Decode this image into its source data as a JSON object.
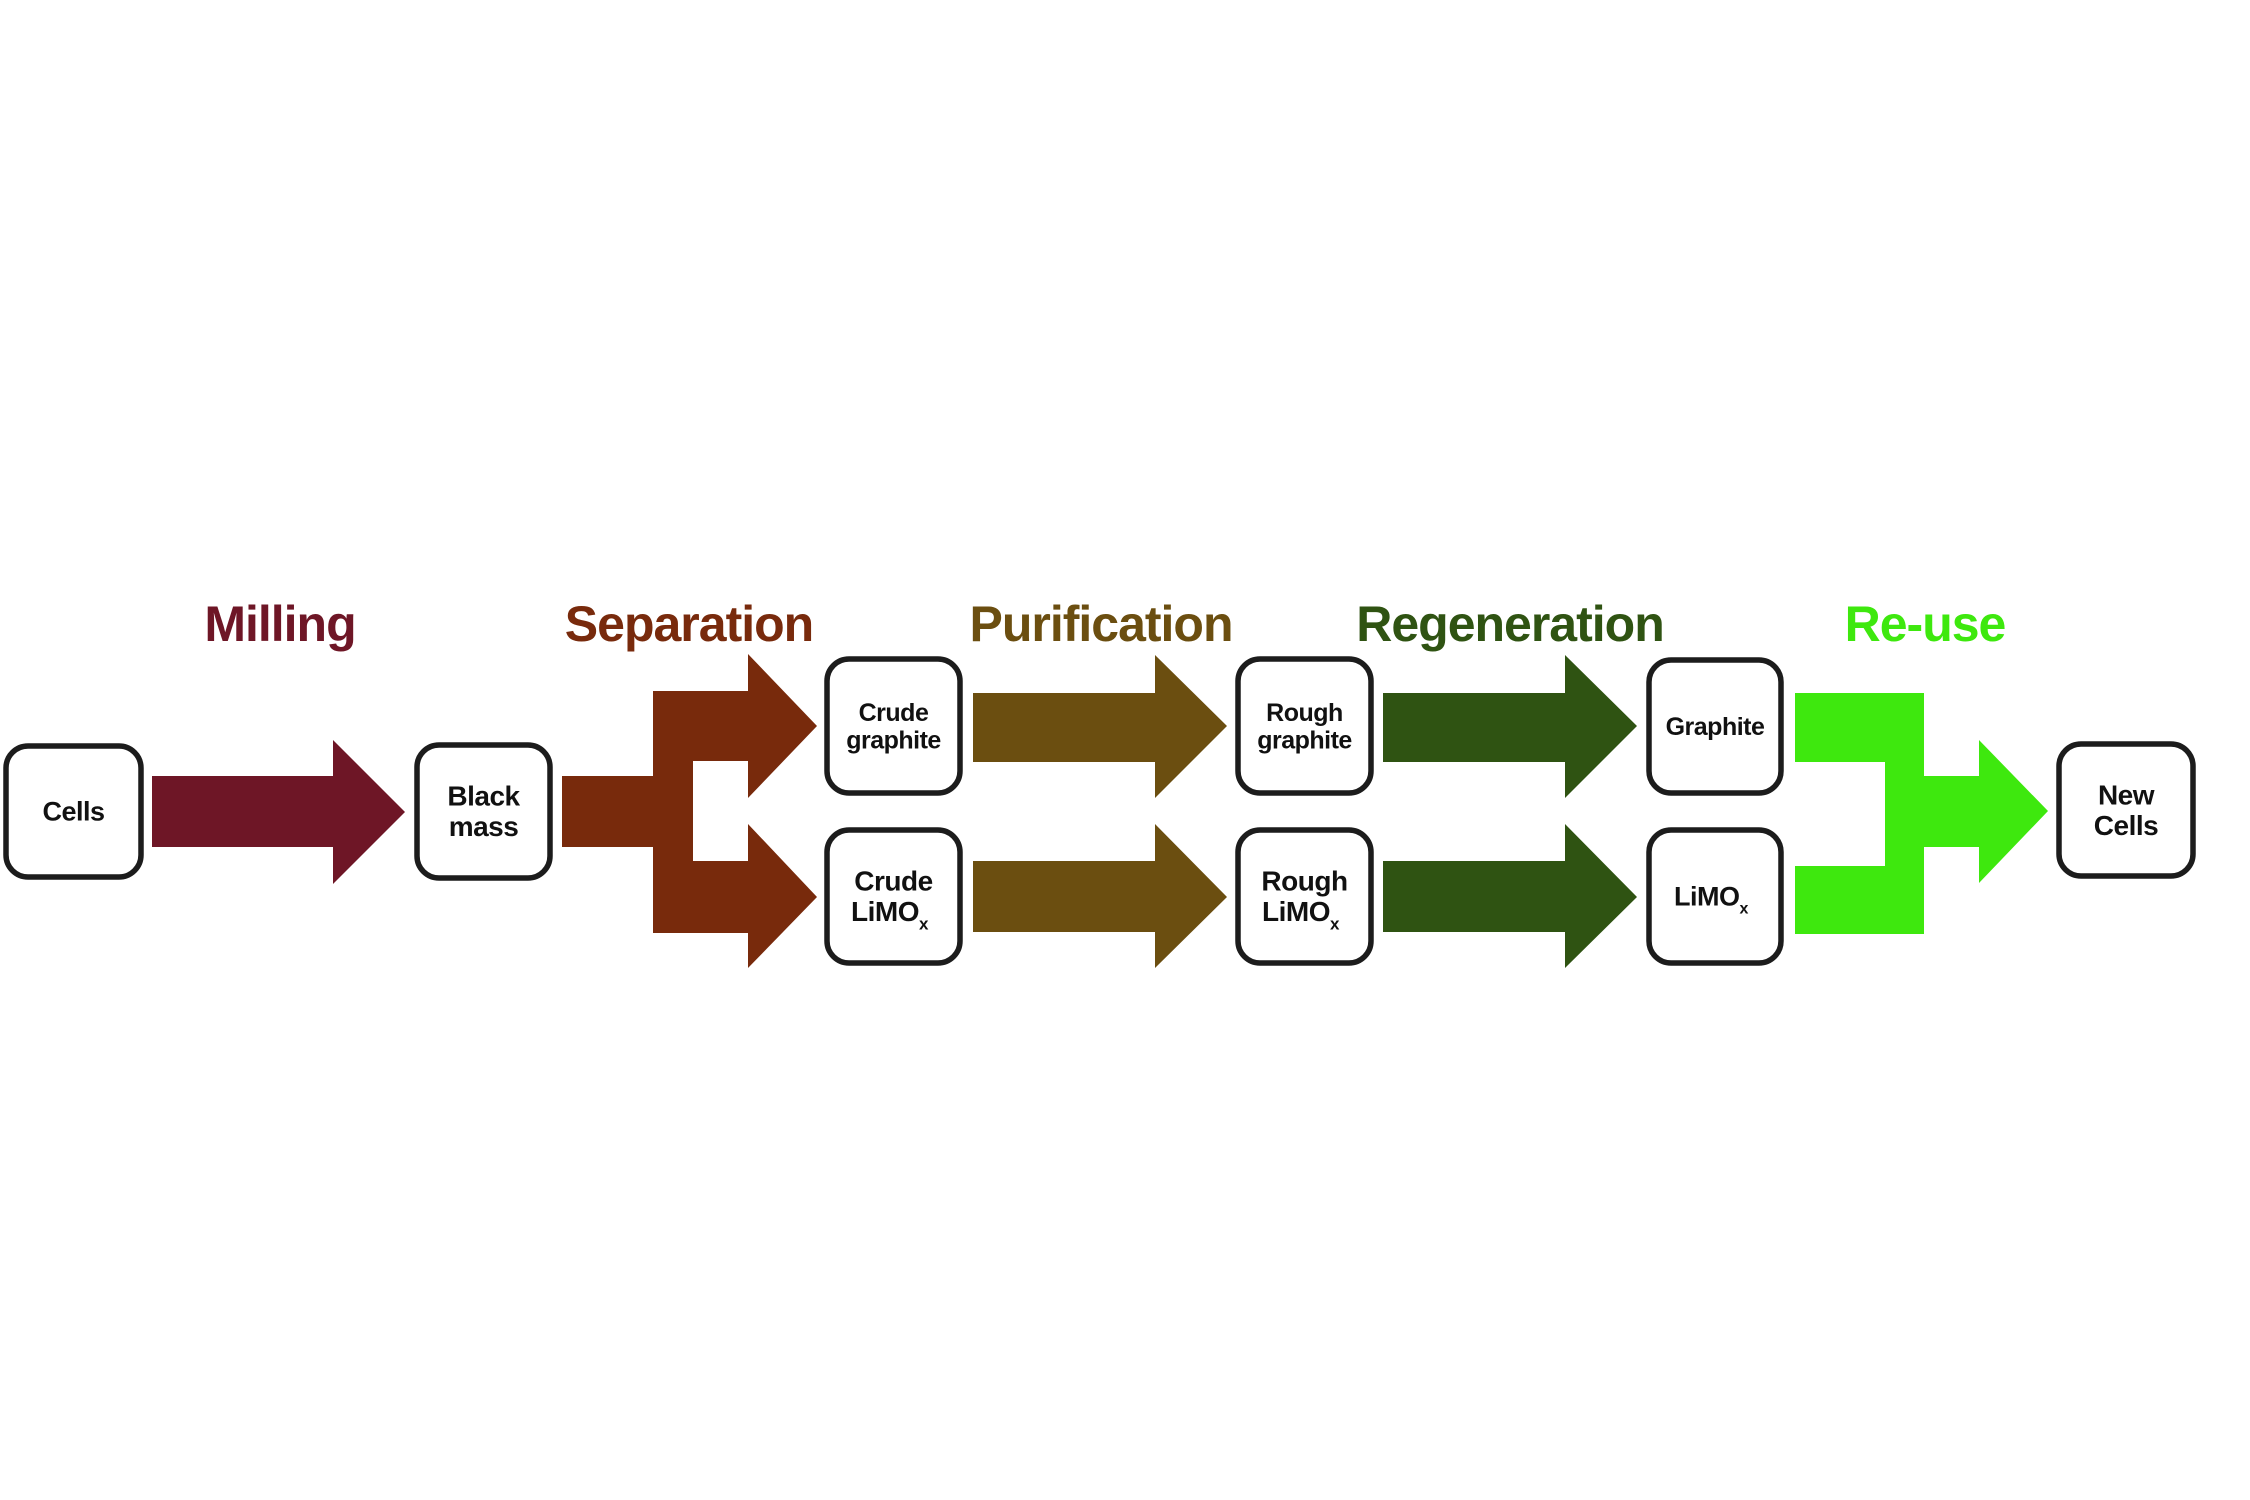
{
  "diagram": {
    "type": "process-flow",
    "description": "Battery recycling flow: cells to new cells",
    "stages": [
      {
        "id": "milling",
        "label": "Milling",
        "color": "#6e1626"
      },
      {
        "id": "separation",
        "label": "Separation",
        "color": "#782a0c"
      },
      {
        "id": "purification",
        "label": "Purification",
        "color": "#6b4e10"
      },
      {
        "id": "regeneration",
        "label": "Regeneration",
        "color": "#2f5312"
      },
      {
        "id": "reuse",
        "label": "Re-use",
        "color": "#3ee80e"
      }
    ],
    "nodes": [
      {
        "id": "cells",
        "lines": [
          "Cells"
        ],
        "subscript": ""
      },
      {
        "id": "black-mass",
        "lines": [
          "Black",
          "mass"
        ],
        "subscript": ""
      },
      {
        "id": "crude-graphite",
        "lines": [
          "Crude",
          "graphite"
        ],
        "subscript": ""
      },
      {
        "id": "crude-limox",
        "lines": [
          "Crude",
          "LiMO"
        ],
        "subscript": "x"
      },
      {
        "id": "rough-graphite",
        "lines": [
          "Rough",
          "graphite"
        ],
        "subscript": ""
      },
      {
        "id": "rough-limox",
        "lines": [
          "Rough",
          "LiMO"
        ],
        "subscript": "x"
      },
      {
        "id": "graphite",
        "lines": [
          "Graphite"
        ],
        "subscript": ""
      },
      {
        "id": "limox",
        "lines": [
          "LiMO"
        ],
        "subscript": "x"
      },
      {
        "id": "new-cells",
        "lines": [
          "New",
          "Cells"
        ],
        "subscript": ""
      }
    ],
    "edges": [
      {
        "from": "cells",
        "to": [
          "black-mass"
        ],
        "stage": "milling",
        "kind": "straight"
      },
      {
        "from": "black-mass",
        "to": [
          "crude-graphite",
          "crude-limox"
        ],
        "stage": "separation",
        "kind": "split"
      },
      {
        "from": "crude-graphite",
        "to": [
          "rough-graphite"
        ],
        "stage": "purification",
        "kind": "straight"
      },
      {
        "from": "crude-limox",
        "to": [
          "rough-limox"
        ],
        "stage": "purification",
        "kind": "straight"
      },
      {
        "from": "rough-graphite",
        "to": [
          "graphite"
        ],
        "stage": "regeneration",
        "kind": "straight"
      },
      {
        "from": "rough-limox",
        "to": [
          "limox"
        ],
        "stage": "regeneration",
        "kind": "straight"
      },
      {
        "from": [
          "graphite",
          "limox"
        ],
        "to": "new-cells",
        "stage": "reuse",
        "kind": "merge"
      }
    ]
  }
}
